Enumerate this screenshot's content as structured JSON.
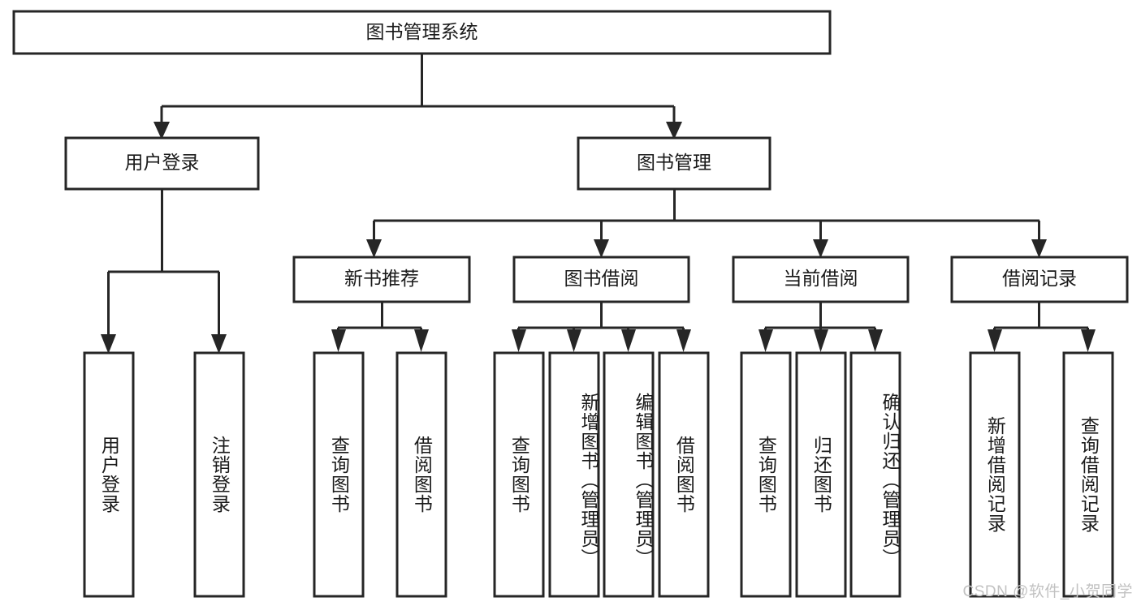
{
  "diagram": {
    "type": "tree",
    "title": "图书管理系统",
    "root": {
      "id": "root",
      "label": "图书管理系统"
    },
    "level2": [
      {
        "id": "user-login",
        "label": "用户登录"
      },
      {
        "id": "book-manage",
        "label": "图书管理"
      }
    ],
    "level3": [
      {
        "id": "new-book-rec",
        "label": "新书推荐",
        "parent": "book-manage"
      },
      {
        "id": "book-borrow",
        "label": "图书借阅",
        "parent": "book-manage"
      },
      {
        "id": "current-borrow",
        "label": "当前借阅",
        "parent": "book-manage"
      },
      {
        "id": "borrow-record",
        "label": "借阅记录",
        "parent": "book-manage"
      }
    ],
    "leaves": {
      "user-login": [
        {
          "id": "leaf-user-login",
          "label": "用户登录"
        },
        {
          "id": "leaf-logout",
          "label": "注销登录"
        }
      ],
      "new-book-rec": [
        {
          "id": "leaf-query-book-1",
          "label": "查询图书"
        },
        {
          "id": "leaf-borrow-book-1",
          "label": "借阅图书"
        }
      ],
      "book-borrow": [
        {
          "id": "leaf-query-book-2",
          "label": "查询图书"
        },
        {
          "id": "leaf-add-book",
          "label": "新增图书（管理员）"
        },
        {
          "id": "leaf-edit-book",
          "label": "编辑图书（管理员）"
        },
        {
          "id": "leaf-borrow-book-2",
          "label": "借阅图书"
        }
      ],
      "current-borrow": [
        {
          "id": "leaf-query-book-3",
          "label": "查询图书"
        },
        {
          "id": "leaf-return-book",
          "label": "归还图书"
        },
        {
          "id": "leaf-confirm-return",
          "label": "确认归还（管理员）"
        }
      ],
      "borrow-record": [
        {
          "id": "leaf-add-record",
          "label": "新增借阅记录"
        },
        {
          "id": "leaf-query-record",
          "label": "查询借阅记录"
        }
      ]
    },
    "colors": {
      "box_fill": "#ffffff",
      "box_stroke": "#262626",
      "text": "#1a1a1a",
      "connector": "#262626",
      "background": "#ffffff",
      "watermark": "#c2c2c2"
    }
  },
  "watermark": {
    "text": "CSDN @软件_小贺同学"
  }
}
